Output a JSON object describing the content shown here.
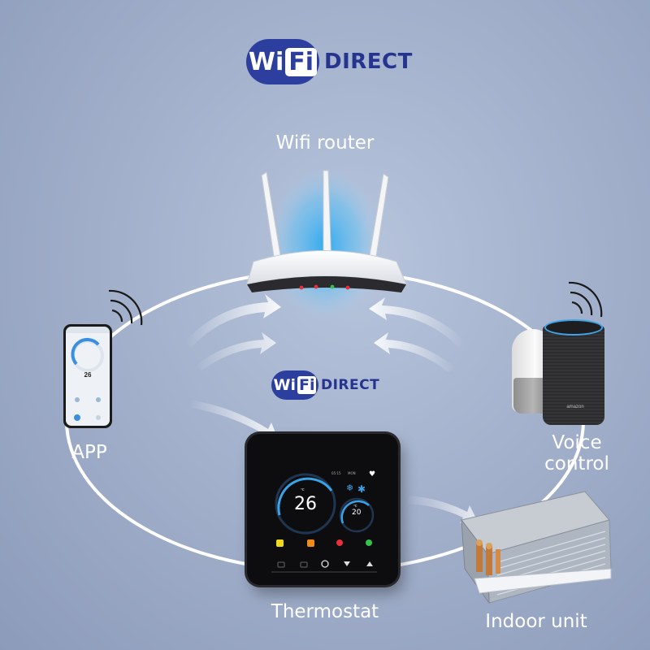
{
  "top_logo": {
    "wi": "Wi",
    "fi": "Fi",
    "direct": "DIRECT"
  },
  "center_logo": {
    "wi": "Wi",
    "fi": "Fi",
    "direct": "DIRECT"
  },
  "labels": {
    "router": "Wifi router",
    "app": "APP",
    "voice_line1": "Voice",
    "voice_line2": "control",
    "thermostat": "Thermostat",
    "indoor": "Indoor unit"
  },
  "phone": {
    "temperature": "26"
  },
  "thermostat_display": {
    "time": "05:15",
    "day": "MON",
    "main_temp": "26",
    "sub_temp": "20",
    "main_unit": "℃",
    "sub_unit": "℃"
  },
  "speaker": {
    "brand": "amazon"
  },
  "colors": {
    "logo_blue": "#2c3f9e",
    "router_glow": "#2aa8f0",
    "thermo_ring": "#3aa2e6",
    "led_red": "#e8303a",
    "led_green": "#35c24a"
  }
}
